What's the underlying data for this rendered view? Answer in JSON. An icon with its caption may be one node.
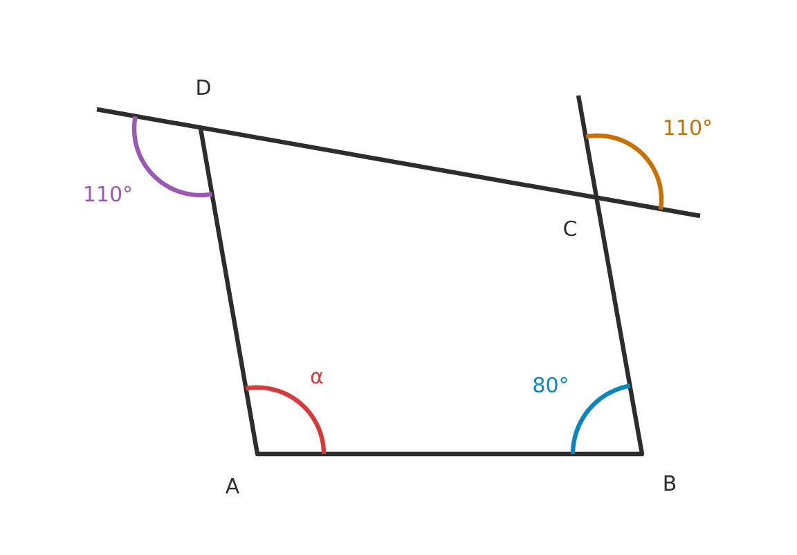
{
  "diagram": {
    "labels": [
      "D",
      "110°",
      "110°",
      "C",
      "α",
      "80°",
      "A",
      "B"
    ]
  }
}
